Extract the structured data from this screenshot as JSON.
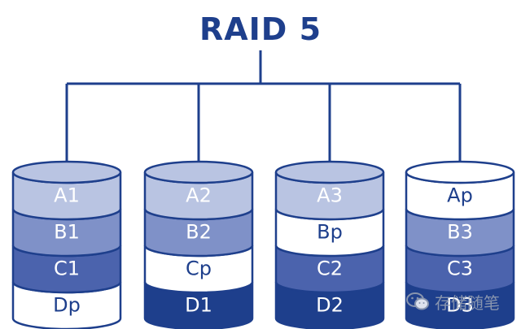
{
  "title": "RAID 5",
  "colors": {
    "line": "#1e3f8c",
    "segment_light": "#b9c4e2",
    "segment_mid": "#7f91c8",
    "segment_dark": "#4b63ad",
    "segment_darkest": "#1e3f8c",
    "segment_parity": "#ffffff"
  },
  "disks": [
    {
      "segments": [
        {
          "label": "A1",
          "shade": "light"
        },
        {
          "label": "B1",
          "shade": "mid"
        },
        {
          "label": "C1",
          "shade": "dark"
        },
        {
          "label": "Dp",
          "shade": "parity"
        }
      ]
    },
    {
      "segments": [
        {
          "label": "A2",
          "shade": "light"
        },
        {
          "label": "B2",
          "shade": "mid"
        },
        {
          "label": "Cp",
          "shade": "parity"
        },
        {
          "label": "D1",
          "shade": "darkest"
        }
      ]
    },
    {
      "segments": [
        {
          "label": "A3",
          "shade": "light"
        },
        {
          "label": "Bp",
          "shade": "parity"
        },
        {
          "label": "C2",
          "shade": "dark"
        },
        {
          "label": "D2",
          "shade": "darkest"
        }
      ]
    },
    {
      "segments": [
        {
          "label": "Ap",
          "shade": "parity"
        },
        {
          "label": "B3",
          "shade": "mid"
        },
        {
          "label": "C3",
          "shade": "dark"
        },
        {
          "label": "D3",
          "shade": "darkest"
        }
      ]
    }
  ],
  "watermark": {
    "text": "存储随笔",
    "icon": "wechat-icon"
  }
}
